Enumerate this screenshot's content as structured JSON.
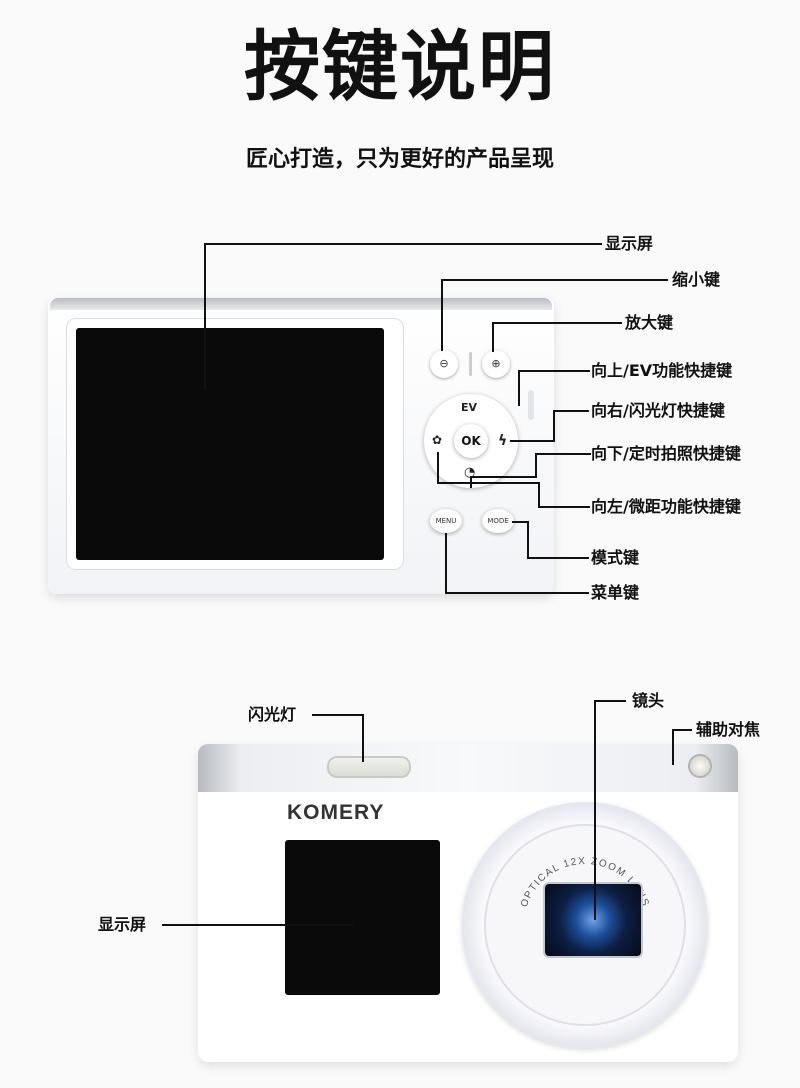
{
  "header": {
    "title": "按键说明",
    "subtitle": "匠心打造，只为更好的产品呈现"
  },
  "back_view": {
    "callouts": {
      "screen": "显示屏",
      "zoom_out": "缩小键",
      "zoom_in": "放大键",
      "up_ev": "向上/EV功能快捷键",
      "right_flash": "向右/闪光灯快捷键",
      "down_timer": "向下/定时拍照快捷键",
      "left_macro": "向左/微距功能快捷键",
      "mode": "模式键",
      "menu": "菜单键"
    },
    "buttons": {
      "zoom_out_glyph": "⊖",
      "zoom_in_glyph": "⊕",
      "ev": "EV",
      "ok": "OK",
      "flash_glyph": "ϟ",
      "macro_glyph": "✿",
      "timer_glyph": "◔",
      "menu": "MENU",
      "mode": "MODE"
    }
  },
  "front_view": {
    "callouts": {
      "flash": "闪光灯",
      "lens": "镜头",
      "af_assist": "辅助对焦",
      "screen": "显示屏"
    },
    "brand": "KOMERY",
    "lens_text": "OPTICAL 12X ZOOM LENS"
  },
  "colors": {
    "body_white": "#ffffff",
    "metal": "#b9bcc2",
    "screen": "#0a0a0a",
    "lens_blue": "#1d4f9a"
  }
}
